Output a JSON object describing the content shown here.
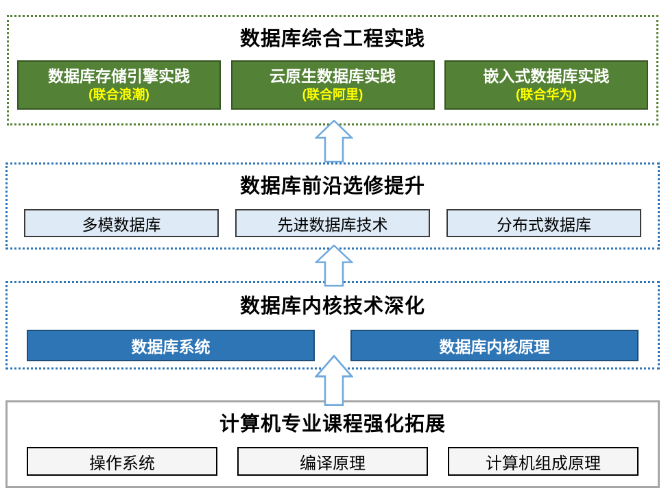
{
  "tiers": [
    {
      "title": "数据库综合工程实践",
      "items": [
        {
          "label": "数据库存储引擎实践",
          "sub": "(联合浪潮)"
        },
        {
          "label": "云原生数据库实践",
          "sub": "(联合阿里)"
        },
        {
          "label": "嵌入式数据库实践",
          "sub": "(联合华为)"
        }
      ]
    },
    {
      "title": "数据库前沿选修提升",
      "items": [
        {
          "label": "多模数据库"
        },
        {
          "label": "先进数据库技术"
        },
        {
          "label": "分布式数据库"
        }
      ]
    },
    {
      "title": "数据库内核技术深化",
      "items": [
        {
          "label": "数据库系统"
        },
        {
          "label": "数据库内核原理"
        }
      ]
    },
    {
      "title": "计算机专业课程强化拓展",
      "items": [
        {
          "label": "操作系统"
        },
        {
          "label": "编译原理"
        },
        {
          "label": "计算机组成原理"
        }
      ]
    }
  ],
  "colors": {
    "green_box": "#538135",
    "green_box_border": "#375623",
    "yellow_text": "#FFFF00",
    "light_blue_box": "#DEEBF7",
    "blue_box": "#2E75B6",
    "blue_box_border": "#1F4E79",
    "section_green_border": "#538135",
    "section_blue_border": "#2E75B6",
    "bottom_border": "#A6A6A6",
    "arrow_stroke": "#6FA8DC"
  }
}
